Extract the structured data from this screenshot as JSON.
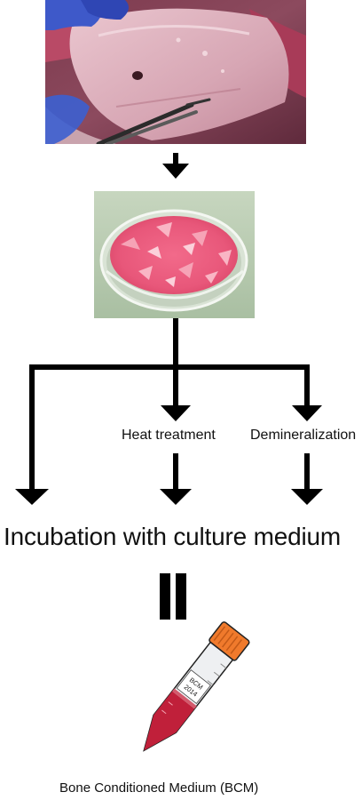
{
  "steps": {
    "heat_treatment": "Heat treatment",
    "demineralization": "Demineralization",
    "incubation": "Incubation with culture medium"
  },
  "tube": {
    "label_line1": "BCM",
    "label_line2": "2014"
  },
  "caption": "Bone Conditioned Medium (BCM)",
  "colors": {
    "arrow": "#000000",
    "tube_cap": "#f07a2c",
    "medium": "#c0203a",
    "tissue_pink": "#e9788c"
  }
}
